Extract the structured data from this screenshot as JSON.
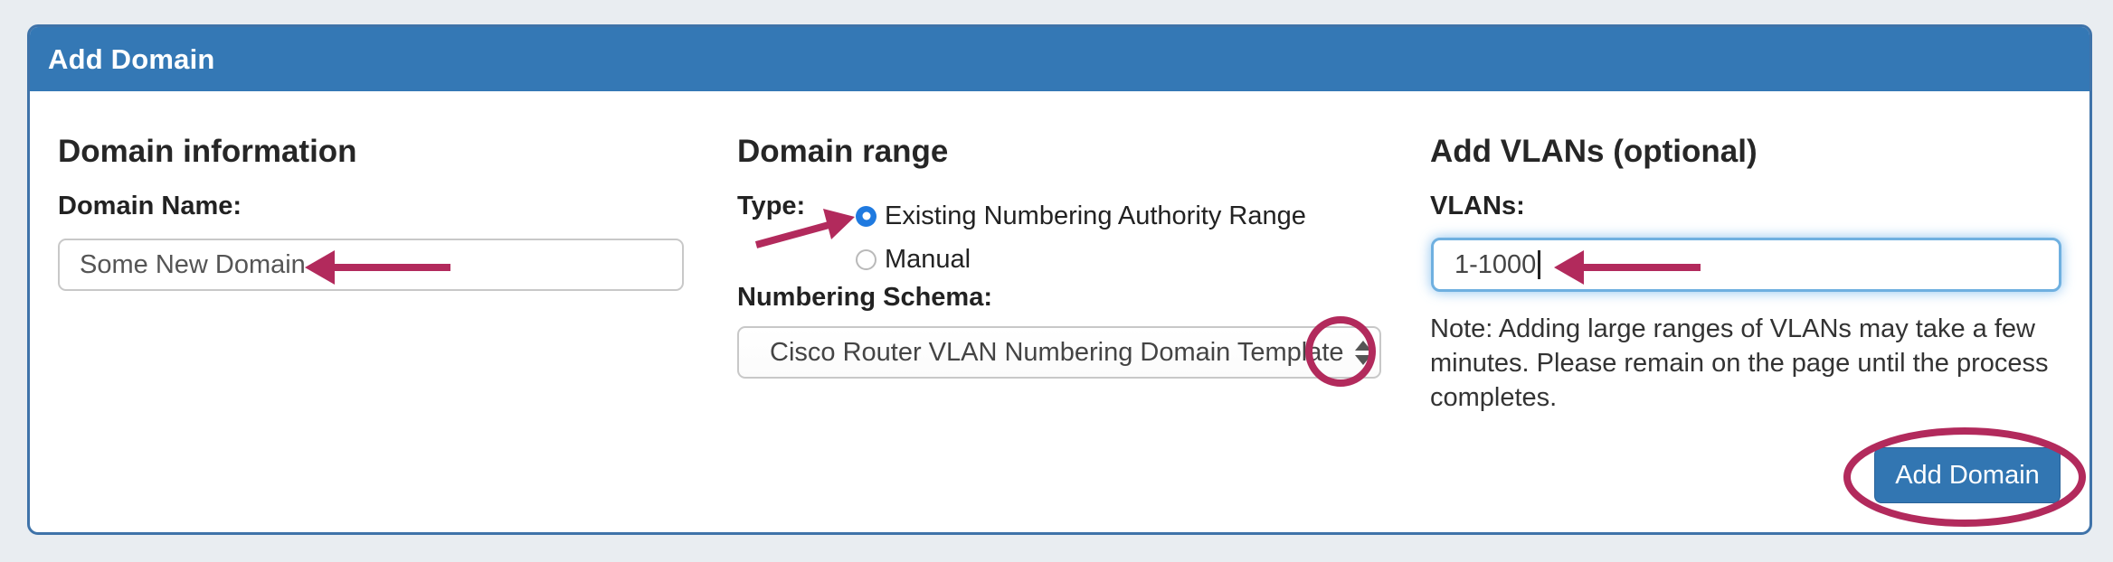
{
  "panel": {
    "title": "Add Domain"
  },
  "domain_information": {
    "heading": "Domain information",
    "domain_name_label": "Domain Name:",
    "domain_name_value": "Some New Domain"
  },
  "domain_range": {
    "heading": "Domain range",
    "type_label": "Type:",
    "type_options": [
      {
        "label": "Existing Numbering Authority Range",
        "selected": true
      },
      {
        "label": "Manual",
        "selected": false
      }
    ],
    "numbering_schema_label": "Numbering Schema:",
    "numbering_schema_value": "Cisco Router VLAN Numbering Domain Template"
  },
  "add_vlans": {
    "heading": "Add VLANs (optional)",
    "vlans_label": "VLANs:",
    "vlans_value": "1-1000",
    "note": "Note: Adding large ranges of VLANs may take a few minutes. Please remain on the page until the process completes.",
    "add_domain_button": "Add Domain"
  },
  "colors": {
    "page_background": "#e9edf1",
    "header_blue": "#3478b5",
    "panel_border_blue": "#3f73a9",
    "button_blue": "#3276b2",
    "radio_selected_blue": "#1f7ae0",
    "focus_border_blue": "#66afe9",
    "annotation_crimson": "#b22a5c"
  }
}
